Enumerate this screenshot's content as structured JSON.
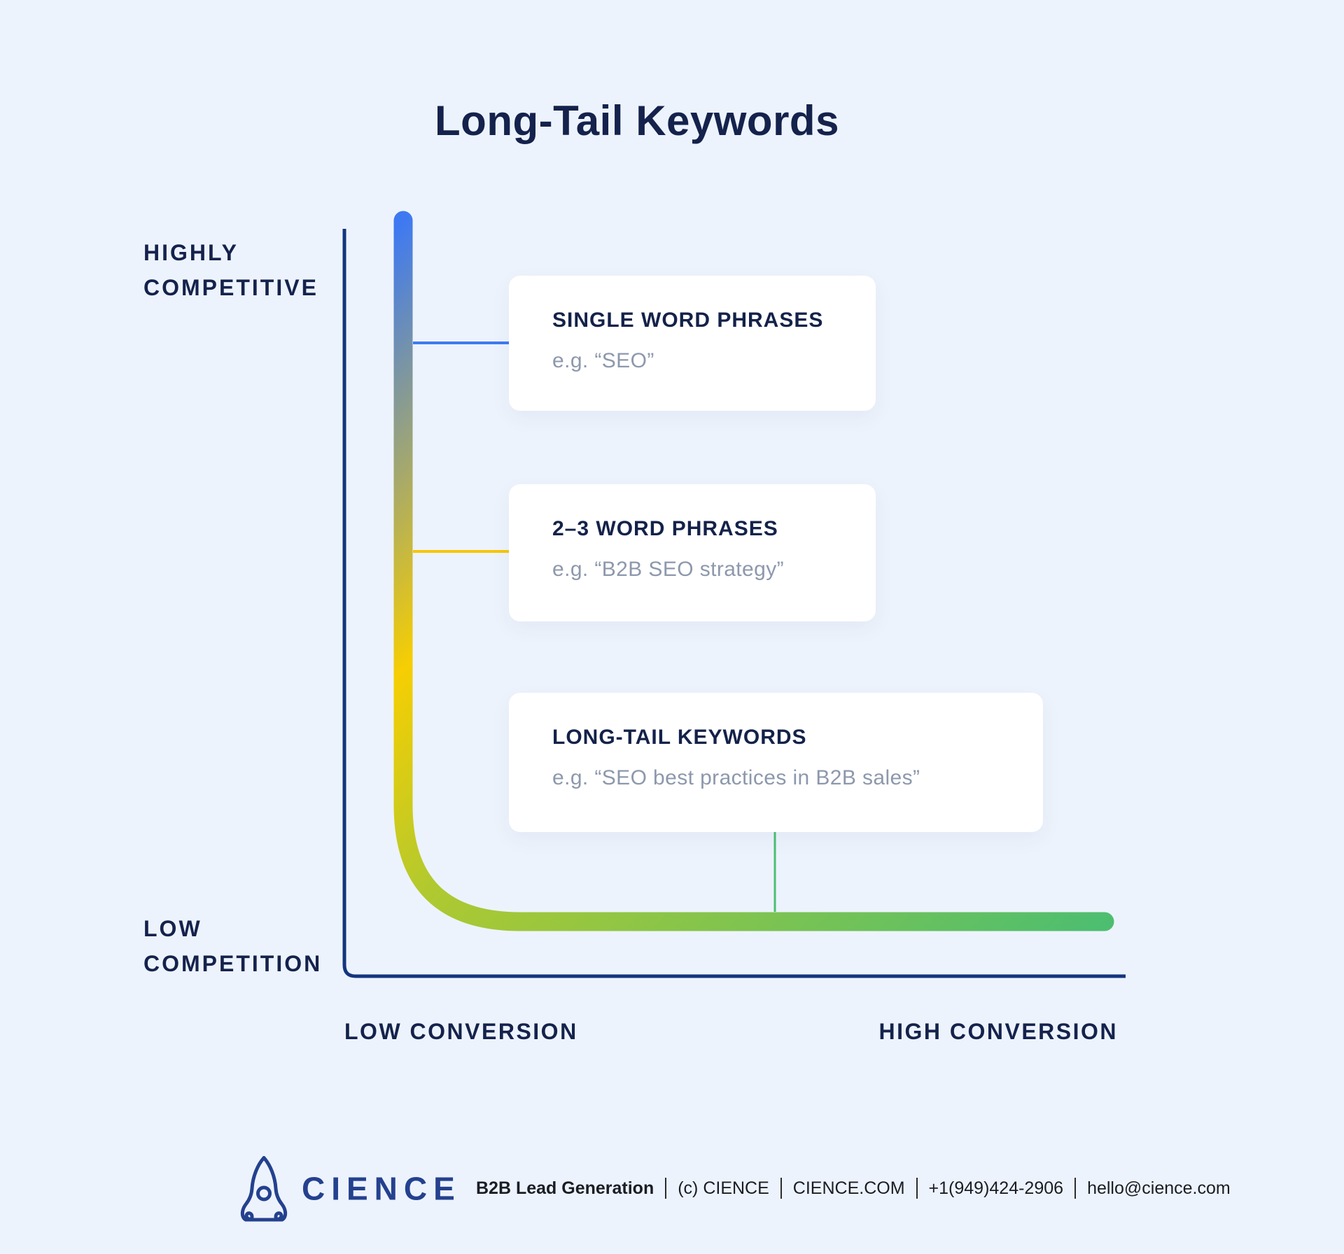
{
  "title": "Long-Tail Keywords",
  "chart": {
    "axis_color": "#14357E",
    "curve_gradient": [
      "#3E79F2",
      "#F6CE03",
      "#AFC930",
      "#4DBE70"
    ],
    "axes": {
      "y_top": [
        "HIGHLY",
        "COMPETITIVE"
      ],
      "y_bottom": [
        "LOW",
        "COMPETITION"
      ],
      "x_left": "LOW CONVERSION",
      "x_right": "HIGH CONVERSION"
    },
    "callouts": [
      {
        "title": "SINGLE WORD PHRASES",
        "example": "e.g. “SEO”",
        "connector_color": "#3D7BF3"
      },
      {
        "title": "2–3 WORD PHRASES",
        "example": "e.g. “B2B SEO strategy”",
        "connector_color": "#F7C600"
      },
      {
        "title": "LONG-TAIL KEYWORDS",
        "example": "e.g. “SEO best practices in B2B sales”",
        "connector_color": "#4CBF72"
      }
    ]
  },
  "chart_data": {
    "type": "line",
    "title": "Long-Tail Keywords",
    "xlabel": "conversion (LOW CONVERSION → HIGH CONVERSION)",
    "ylabel": "competition (LOW COMPETITION → HIGHLY COMPETITIVE)",
    "x_axis": {
      "label_left": "LOW CONVERSION",
      "label_right": "HIGH CONVERSION",
      "ticks": []
    },
    "y_axis": {
      "label_top": "HIGHLY COMPETITIVE",
      "label_bottom": "LOW COMPETITION",
      "ticks": []
    },
    "grid": false,
    "legend": false,
    "series": [
      {
        "name": "keyword competition vs conversion curve",
        "x": [
          0.075,
          0.075,
          0.075,
          0.075,
          0.09,
          0.13,
          0.22,
          0.5,
          0.75,
          0.97
        ],
        "y": [
          0.97,
          0.75,
          0.5,
          0.3,
          0.18,
          0.1,
          0.07,
          0.07,
          0.07,
          0.07
        ],
        "style": "thick rounded stroke with blue→yellow→green gradient"
      }
    ],
    "annotations": [
      {
        "label": "SINGLE WORD PHRASES",
        "example": "e.g. “SEO”",
        "anchor": "high-competition / low-conversion region",
        "connector": "blue horizontal line"
      },
      {
        "label": "2–3 WORD PHRASES",
        "example": "e.g. “B2B SEO strategy”",
        "anchor": "mid-competition region",
        "connector": "yellow horizontal line"
      },
      {
        "label": "LONG-TAIL KEYWORDS",
        "example": "e.g. “SEO best practices in B2B sales”",
        "anchor": "low-competition / high-conversion region",
        "connector": "green vertical line"
      }
    ]
  },
  "footer": {
    "brand": "CIENCE",
    "tagline": "B2B Lead Generation",
    "items": [
      "(c) CIENCE",
      "CIENCE.COM",
      "+1(949)424-2906",
      "hello@cience.com"
    ]
  }
}
